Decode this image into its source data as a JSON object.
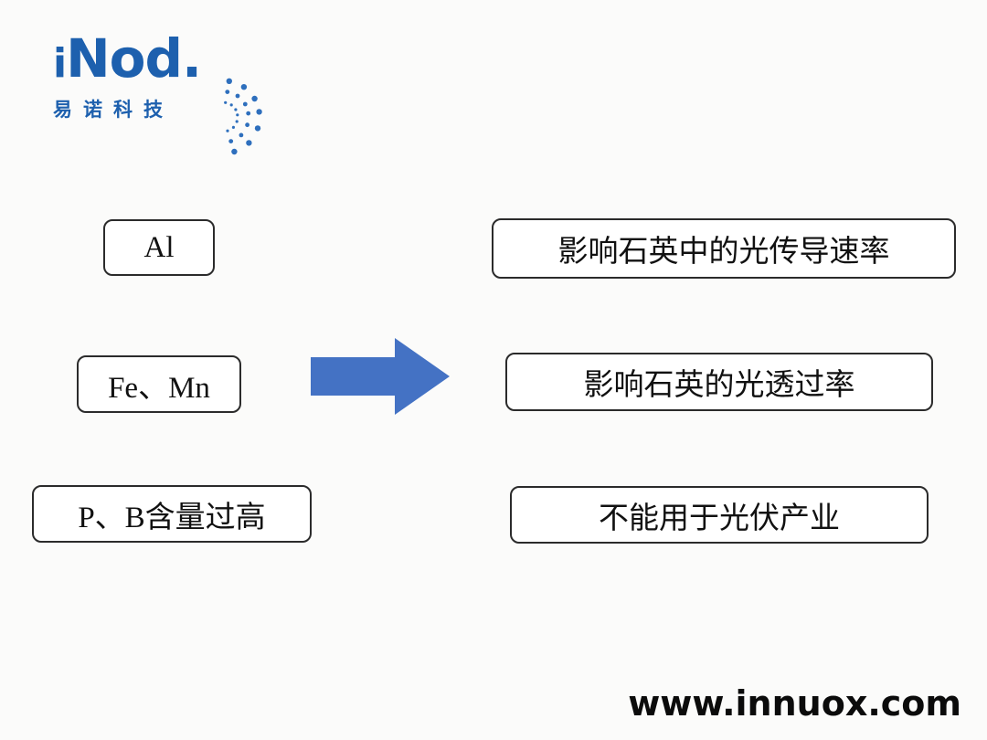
{
  "page": {
    "website": "www.innuox.com",
    "background": "#fbfbfa"
  },
  "logo": {
    "brand_i": "i",
    "brand_rest": "Nod.",
    "subtitle": "易诺科技",
    "color": "#1d60ae"
  },
  "diagram": {
    "left_items": [
      {
        "label": "Al"
      },
      {
        "label": "Fe、Mn"
      },
      {
        "label": "P、B含量过高"
      }
    ],
    "right_items": [
      {
        "label": "影响石英中的光传导速率"
      },
      {
        "label": "影响石英的光透过率"
      },
      {
        "label": "不能用于光伏产业"
      }
    ],
    "colors": {
      "arrow": "#4472c4",
      "box_border": "#2b2b2b"
    }
  }
}
